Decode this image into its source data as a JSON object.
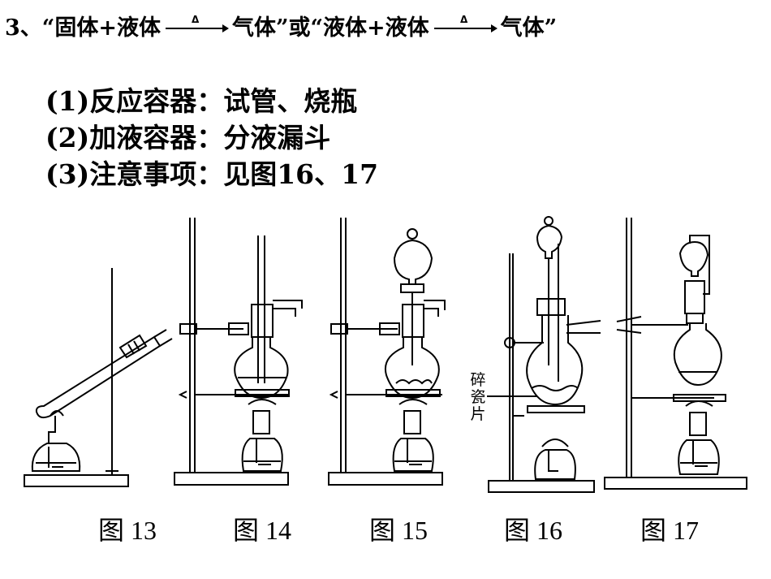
{
  "heading": {
    "prefix": "3、“固体+液体",
    "delta1": "Δ",
    "middle": "气体”或“液体+液体",
    "delta2": "Δ",
    "suffix": "气体”"
  },
  "points": [
    "(1)反应容器：试管、烧瓶",
    "(2)加液容器：分液漏斗",
    "(3)注意事项：见图16、17"
  ],
  "side_label": "碎瓷片",
  "captions": [
    "图 13",
    "图 14",
    "图 15",
    "图 16",
    "图 17"
  ]
}
